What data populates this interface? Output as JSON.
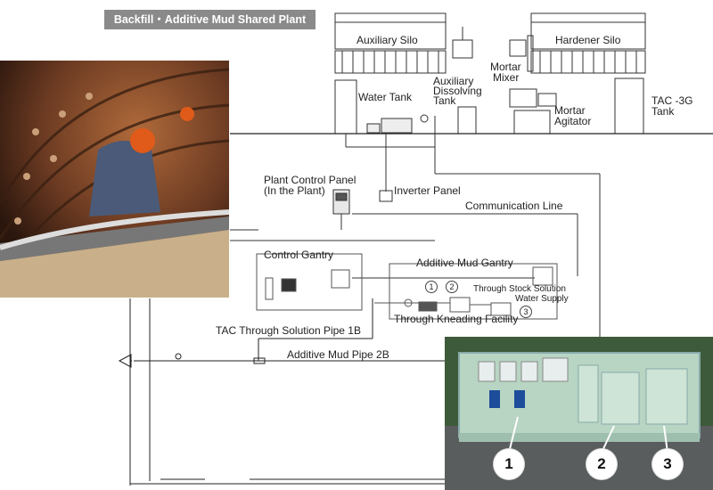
{
  "title": "Backfill・Additive Mud Shared Plant",
  "labels": {
    "auxiliary_silo": "Auxiliary Silo",
    "hardener_silo": "Hardener Silo",
    "water_tank": "Water Tank",
    "auxiliary_dissolving_tank": [
      "Auxiliary",
      "Dissolving",
      "Tank"
    ],
    "mortar_mixer": [
      "Mortar",
      "Mixer"
    ],
    "mortar_agitator": [
      "Mortar",
      "Agitator"
    ],
    "tac_tank": [
      "TAC -3G",
      "Tank"
    ],
    "plant_control_panel": [
      "Plant Control Panel",
      "(In the Plant)"
    ],
    "inverter_panel": "Inverter Panel",
    "communication_line": "Communication Line",
    "control_gantry": "Control Gantry",
    "additive_mud_gantry": "Additive Mud Gantry",
    "through_stock_solution": [
      "Through Stock Solution",
      "Water Supply"
    ],
    "through_kneading_facility": "Through Kneading Facility",
    "tac_pipe": "TAC Through Solution Pipe 1B",
    "additive_mud_pipe": "Additive Mud Pipe 2B"
  },
  "numbers": [
    "1",
    "2",
    "3"
  ],
  "photo_badges": [
    "1",
    "2",
    "3"
  ],
  "colors": {
    "banner": "#8a8a8a",
    "line": "#222222",
    "unit_green": "#cfe3d6"
  }
}
